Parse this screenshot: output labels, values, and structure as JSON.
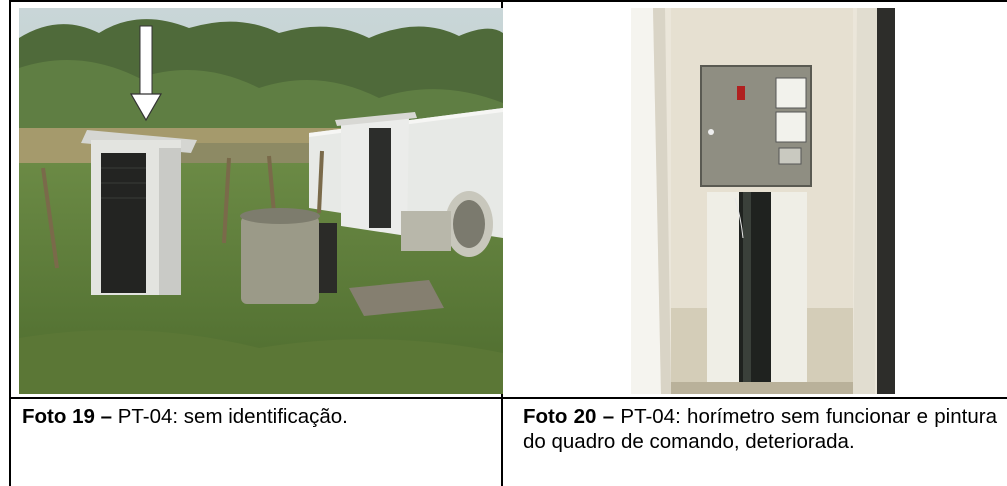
{
  "photos": [
    {
      "label": "Foto 19 –",
      "text": "PT-04: sem identificação.",
      "icons": [
        "down-arrow-icon"
      ]
    },
    {
      "label": "Foto 20 –",
      "text": "PT-04: horímetro sem funcionar e pintura do quadro de comando, deteriorada."
    }
  ],
  "colors": {
    "border": "#000000",
    "caption_text": "#000000"
  }
}
